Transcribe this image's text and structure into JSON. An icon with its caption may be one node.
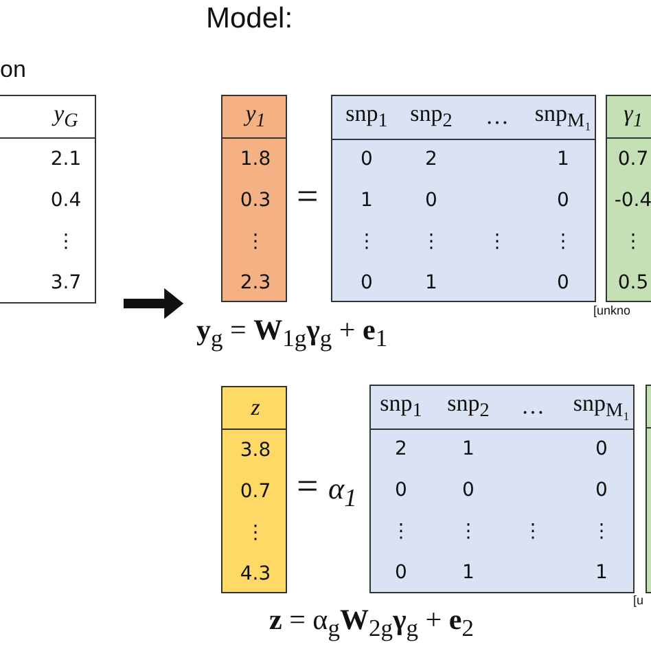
{
  "diagram": {
    "nodes": [
      {
        "text": [
          "y$_{G}$",
          "2.1",
          "0.4",
          "⋮",
          "3.7"
        ]
      },
      {
        "text": [
          "y$_{1}$",
          "1.8",
          "0.3",
          "⋮",
          "2.3"
        ]
      },
      {
        "text": [
          "snp$_{1}$",
          "snp$_{2}$",
          "…",
          "snp$_{M₁}$",
          "0",
          "2",
          "1",
          "1",
          "0",
          "0",
          "⋮",
          "⋮",
          "⋮",
          "⋮",
          "0",
          "1",
          "0"
        ]
      },
      {
        "text": [
          "γ$_{1}$",
          "0.7",
          "-0.4",
          "⋮",
          "0.5"
        ]
      },
      {
        "text": [
          "z",
          "3.8",
          "0.7",
          "⋮",
          "4.3"
        ]
      },
      {
        "text": [
          "snp$_{1}$",
          "snp$_{2}$",
          "…",
          "snp$_{M₁}$",
          "2",
          "1",
          "0",
          "0",
          "0",
          "0",
          "⋮",
          "⋮",
          "⋮",
          "⋮",
          "0",
          "1",
          "1"
        ]
      },
      {
        "text": [],
        "shape": "box"
      }
    ],
    "edges": [
      {
        "from": 0,
        "to": 1,
        "arrow": "to"
      }
    ],
    "labels": [
      "Model:",
      "on",
      "=",
      "**y**$_{g}$ = **W**$_{1g}$**γ**$_{g}$ + **e**$_{1}$",
      "[unkno",
      "=",
      "α$_{1}$",
      "[u",
      "**z** = α$_{g}$**W**$_{2g}$**γ**$_{g}$ + **e**$_{2}$"
    ]
  }
}
